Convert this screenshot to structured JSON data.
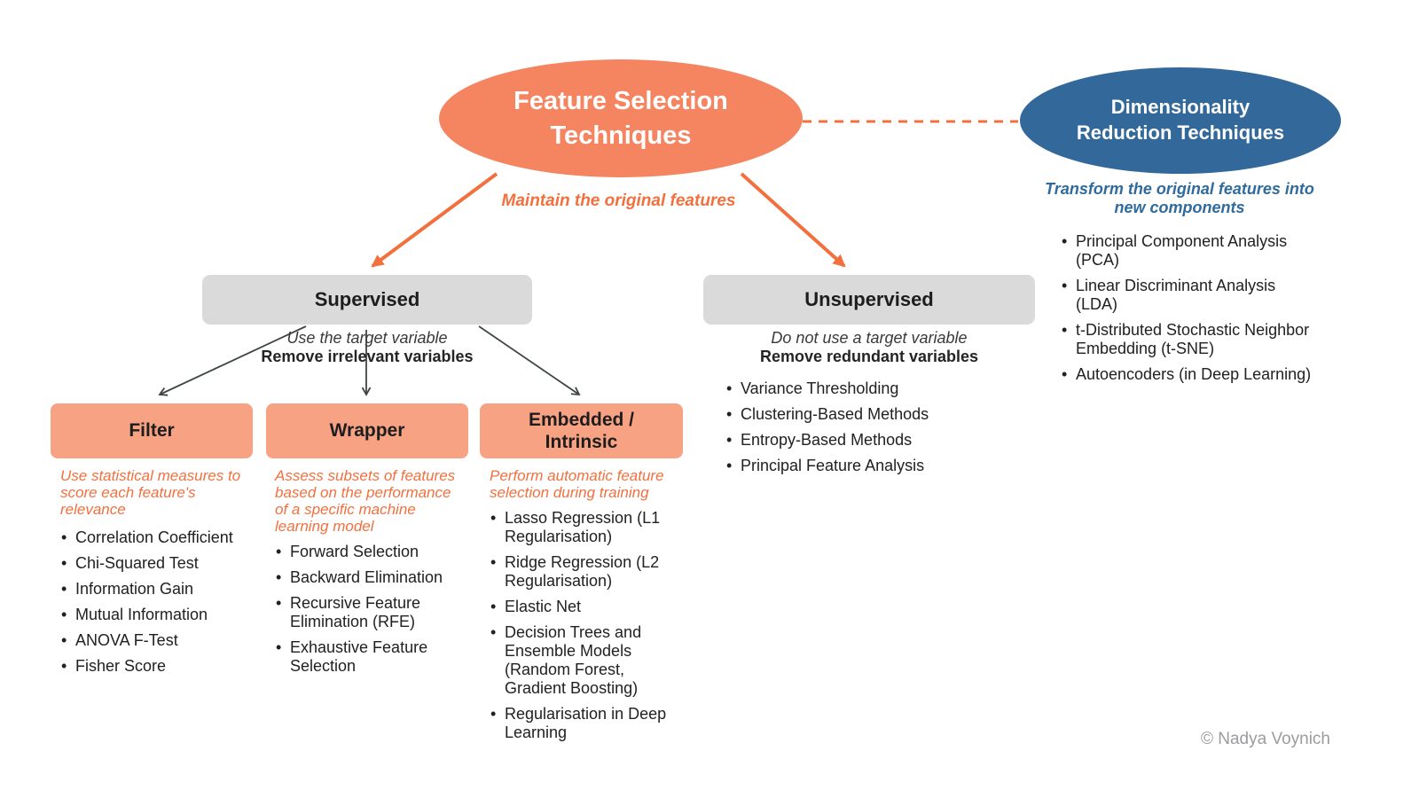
{
  "feature_selection": {
    "title": "Feature Selection Techniques",
    "subtitle": "Maintain the original features"
  },
  "dimensionality_reduction": {
    "title": "Dimensionality Reduction Techniques",
    "subtitle": "Transform the original features into new components",
    "items": [
      "Principal Component Analysis (PCA)",
      "Linear Discriminant Analysis (LDA)",
      "t-Distributed Stochastic Neighbor Embedding (t-SNE)",
      "Autoencoders (in Deep Learning)"
    ]
  },
  "supervised": {
    "title": "Supervised",
    "note_line1": "Use the target variable",
    "note_line2": "Remove irrelevant variables"
  },
  "unsupervised": {
    "title": "Unsupervised",
    "note_line1": "Do not use a target variable",
    "note_line2": "Remove redundant variables",
    "items": [
      "Variance Thresholding",
      "Clustering-Based Methods",
      "Entropy-Based Methods",
      "Principal Feature Analysis"
    ]
  },
  "filter": {
    "title": "Filter",
    "description": "Use statistical measures to score each feature's relevance",
    "items": [
      "Correlation Coefficient",
      "Chi-Squared Test",
      "Information Gain",
      "Mutual Information",
      "ANOVA F-Test",
      "Fisher Score"
    ]
  },
  "wrapper": {
    "title": "Wrapper",
    "description": "Assess subsets of features based on the performance of a specific machine learning model",
    "items": [
      "Forward Selection",
      "Backward Elimination",
      "Recursive Feature Elimination (RFE)",
      "Exhaustive Feature Selection"
    ]
  },
  "embedded": {
    "title": "Embedded / Intrinsic",
    "description": "Perform automatic feature selection during training",
    "items": [
      "Lasso Regression (L1 Regularisation)",
      "Ridge Regression (L2 Regularisation)",
      "Elastic Net",
      "Decision Trees and Ensemble Models (Random Forest, Gradient Boosting)",
      "Regularisation in Deep Learning"
    ]
  },
  "credit": "© Nadya Voynich",
  "colors": {
    "coral_ellipse": "#F58460",
    "coral_box": "#F8A284",
    "orange_text": "#F2703E",
    "blue_ellipse": "#33689B",
    "blue_text": "#2F6B9D",
    "gray_box": "#DADADA",
    "body_text": "#212121",
    "dark_arrow": "#3F4546",
    "credit_text": "#9B9BA0"
  }
}
